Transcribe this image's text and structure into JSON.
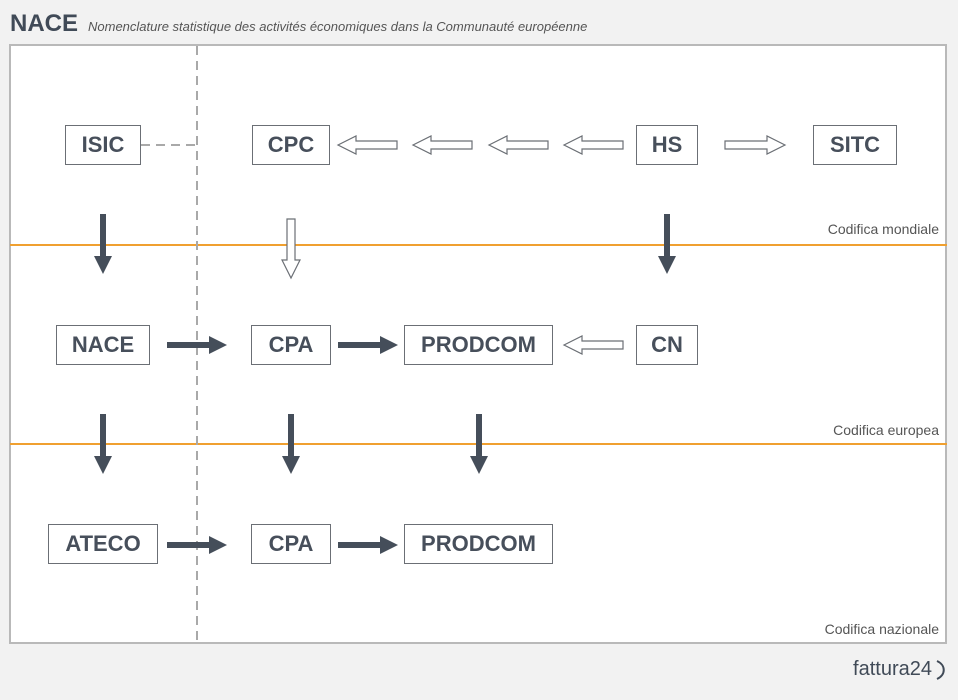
{
  "header": {
    "title": "NACE",
    "subtitle": "Nomenclature statistique des activités économiques dans la Communauté européenne"
  },
  "levels": {
    "world": "Codifica mondiale",
    "european": "Codifica europea",
    "national": "Codifica nazionale"
  },
  "nodes": {
    "isic": "ISIC",
    "cpc": "CPC",
    "hs": "HS",
    "sitc": "SITC",
    "nace": "NACE",
    "cpa_eu": "CPA",
    "prodcom_eu": "PRODCOM",
    "cn": "CN",
    "ateco": "ATECO",
    "cpa_it": "CPA",
    "prodcom_it": "PRODCOM"
  },
  "colors": {
    "accent_line": "#f0a030",
    "arrow_solid": "#454e5a",
    "box_border": "#6b6f75",
    "text": "#474f5b"
  },
  "logo": {
    "text": "fattura24"
  }
}
